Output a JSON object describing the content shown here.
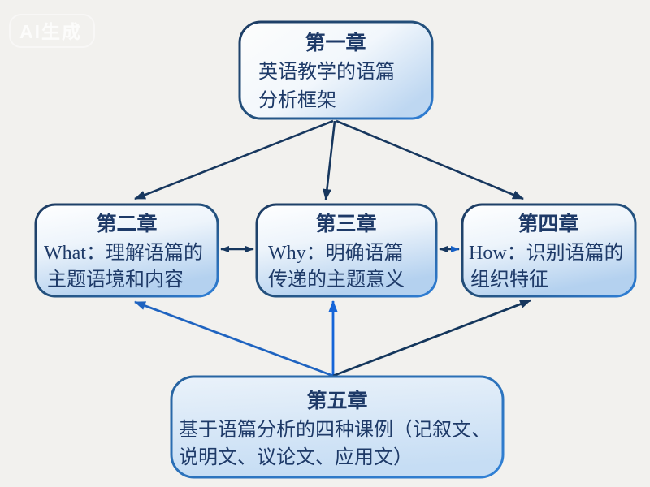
{
  "watermark": {
    "label": "AI生成"
  },
  "diagram": {
    "chapter1": {
      "title": "第一章",
      "line1": "英语教学的语篇",
      "line2": "分析框架"
    },
    "chapter2": {
      "title": "第二章",
      "line1": "What：理解语篇的",
      "line2": "主题语境和内容"
    },
    "chapter3": {
      "title": "第三章",
      "line1": "Why：明确语篇",
      "line2": "传递的主题意义"
    },
    "chapter4": {
      "title": "第四章",
      "line1": "How：识别语篇的",
      "line2": "组织特征"
    },
    "chapter5": {
      "title": "第五章",
      "line1": "基于语篇分析的四种课例（记叙文、",
      "line2": "说明文、议论文、应用文）"
    }
  },
  "colors": {
    "background": "#f2f1ee",
    "text": "#1e3a68",
    "box_border_dark": "#1d3c63",
    "box_border_light": "#2f80d9",
    "box_fill_light": "#fefefe",
    "box_fill_blue": "#b7d3f0",
    "arrow_navy": "#17375e",
    "arrow_blue": "#1565d8",
    "arrow_medium": "#1e63c0"
  }
}
